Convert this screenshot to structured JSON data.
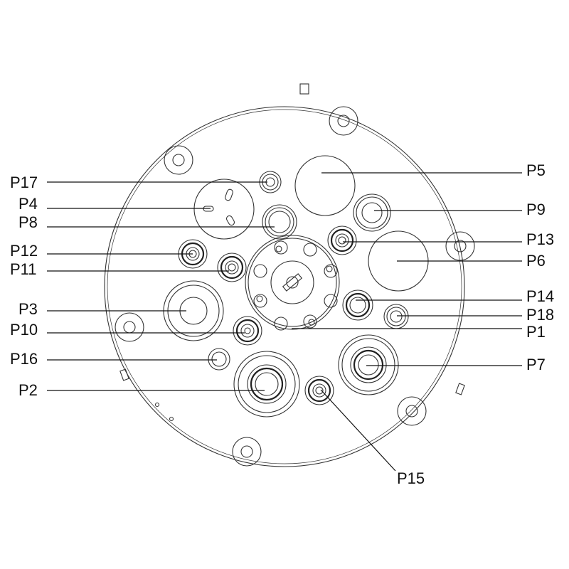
{
  "colors": {
    "line": "#222222",
    "text": "#111111",
    "background": "#ffffff"
  },
  "labels": {
    "P1": "P1",
    "P2": "P2",
    "P3": "P3",
    "P4": "P4",
    "P5": "P5",
    "P6": "P6",
    "P7": "P7",
    "P8": "P8",
    "P9": "P9",
    "P10": "P10",
    "P11": "P11",
    "P12": "P12",
    "P13": "P13",
    "P14": "P14",
    "P15": "P15",
    "P16": "P16",
    "P17": "P17",
    "P18": "P18"
  }
}
